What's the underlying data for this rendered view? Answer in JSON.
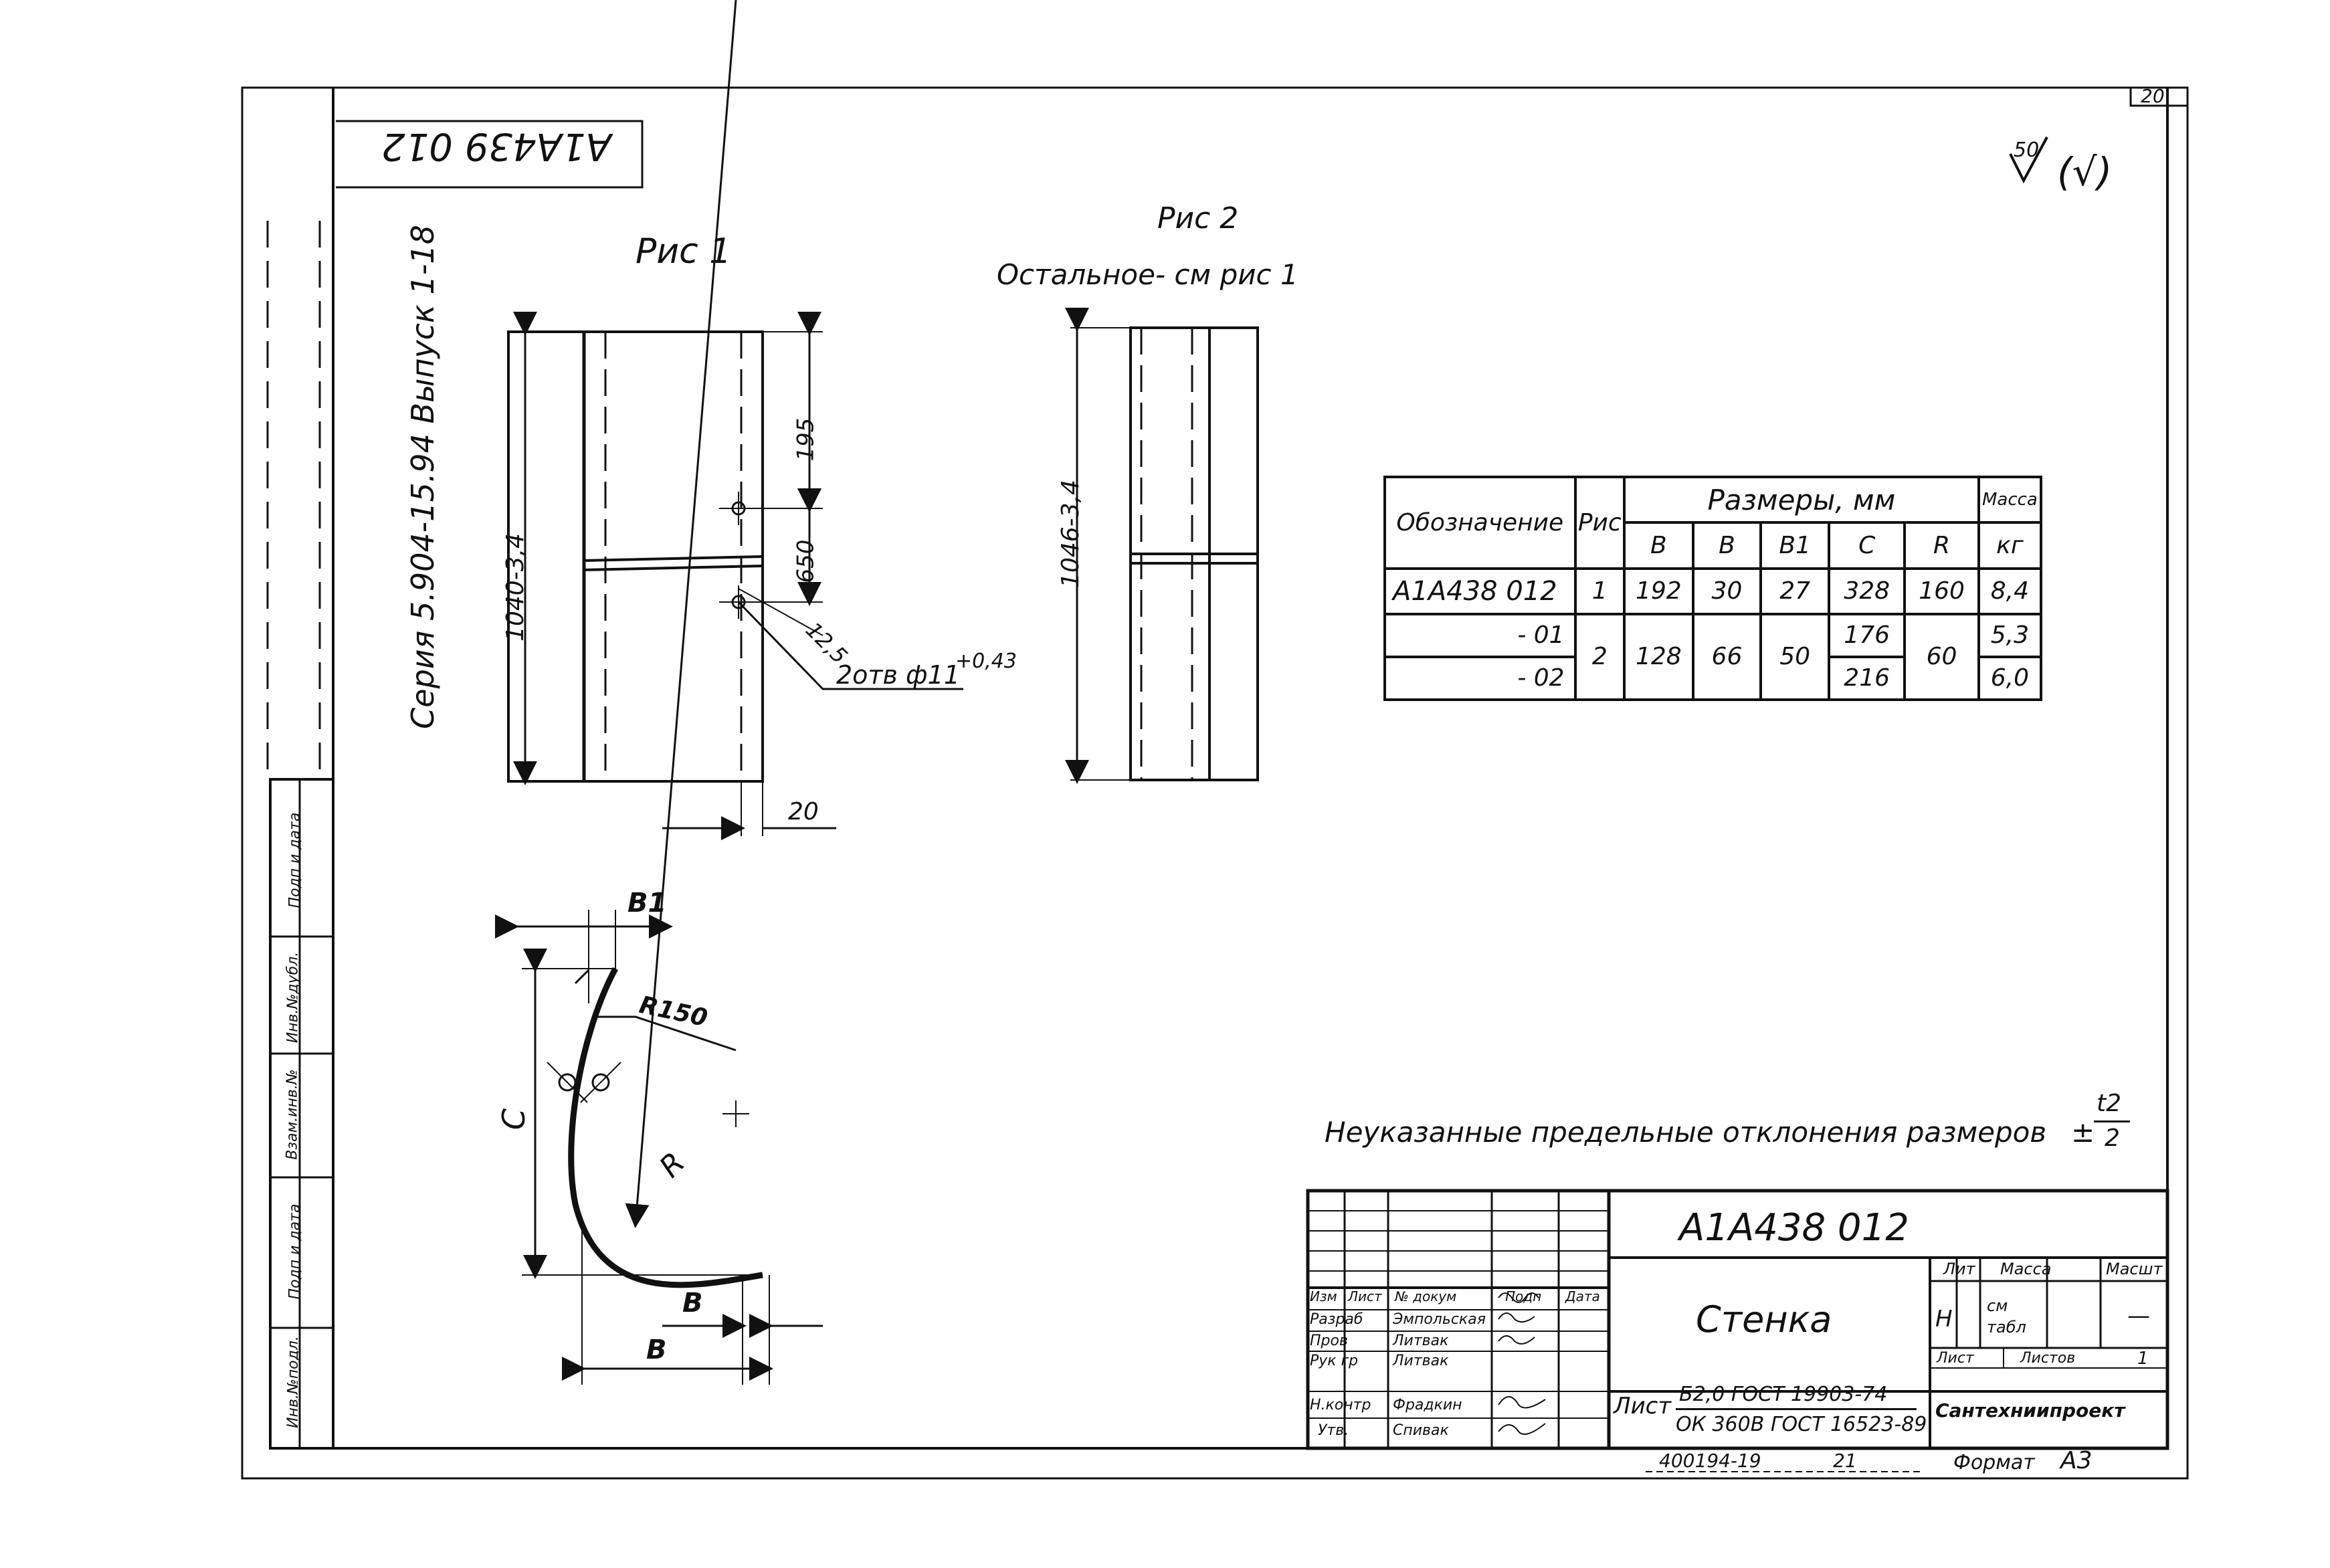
{
  "sheet": {
    "page_number": "20",
    "designation_rotated": "A1A439 012",
    "roughness_value": "50",
    "roughness_suffix": "(√)",
    "series_label": "Серия 5.904-15.94 Выпуск 1-18",
    "side_stamp_labels": [
      "Инв.№подл.",
      "Подп и дата",
      "Взам.инв.№",
      "Инв.№дубл.",
      "Подп и дата"
    ]
  },
  "figures": {
    "fig1_title": "Рис 1",
    "fig2_title": "Рис 2",
    "fig2_subtitle": "Остальное- см рис 1",
    "fig1_length": "1040-3,4",
    "fig1_dim_195": "195",
    "fig1_dim_650": "650",
    "fig1_dim_12_5": "12,5",
    "fig1_holes": "2отв ф11",
    "fig1_holes_tol": "+0,43",
    "fig1_dim_20": "20",
    "fig2_length": "1046-3,4",
    "section_b1": "В1",
    "section_r150": "R150",
    "section_c": "С",
    "section_r": "R",
    "section_b_small": "В",
    "section_b_big": "В"
  },
  "table": {
    "header_designation": "Обозначение",
    "header_fig": "Рис",
    "header_sizes": "Размеры, мм",
    "header_mass": "Масса",
    "sub_headers": [
      "В",
      "В",
      "В1",
      "С",
      "R"
    ],
    "mass_unit": "кг",
    "rows": [
      {
        "designation": "А1А438 012",
        "fig": "1",
        "b1": "192",
        "b2": "30",
        "b3": "27",
        "c": "328",
        "r": "160",
        "mass": "8,4"
      },
      {
        "designation": "- 01",
        "fig": "2",
        "b1": "128",
        "b2": "66",
        "b3": "50",
        "c": "176",
        "r": "60",
        "mass": "5,3"
      },
      {
        "designation": "- 02",
        "c": "216",
        "mass": "6,0"
      }
    ]
  },
  "note": {
    "text": "Неуказанные предельные отклонения размеров",
    "formula_pm": "±",
    "formula_num": "t2",
    "formula_den": "2"
  },
  "title_block": {
    "doc_number": "А1А438 012",
    "part_name": "Стенка",
    "lit_label": "Лит",
    "mass_label": "Масса",
    "scale_label": "Масшт",
    "lit_value": "Н",
    "mass_value_1": "см",
    "mass_value_2": "табл",
    "scale_value": "—",
    "sheet_label": "Лист",
    "sheets_label": "Листов",
    "sheets_value": "1",
    "material_label": "Лист",
    "material_line1": "Б2,0 ГОСТ 19903-74",
    "material_line2": "ОК 360В ГОСТ 16523-89",
    "company": "Сантехниипроект",
    "col_headers": [
      "Изм",
      "Лист",
      "№ докум",
      "Подп",
      "Дата"
    ],
    "signers": [
      {
        "role": "Разраб",
        "name": "Эмпольская"
      },
      {
        "role": "Пров",
        "name": "Литвак"
      },
      {
        "role": "Рук гр",
        "name": "Литвак"
      },
      {
        "role": "Н.контр",
        "name": "Фрадкин"
      },
      {
        "role": "Утв.",
        "name": "Спивак"
      }
    ],
    "order_number": "400194-19",
    "order_suffix": "21",
    "format_label": "Формат",
    "format_value": "А3"
  }
}
